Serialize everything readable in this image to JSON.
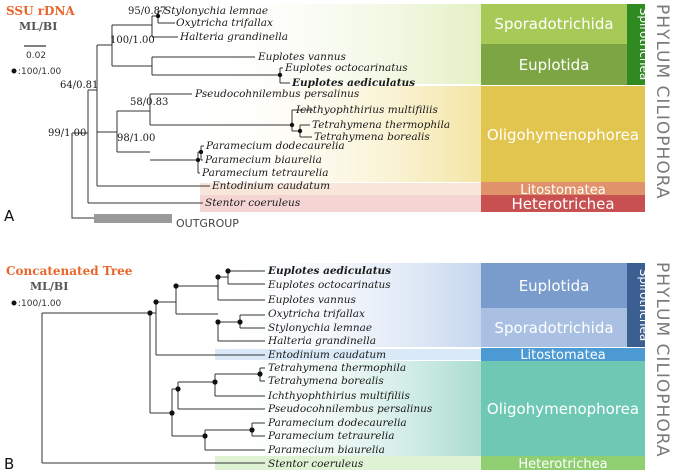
{
  "panel_a": {
    "title": "SSU rDNA",
    "subtitle": "ML/BI",
    "scale_value": "0.02",
    "legend": ":100/1.00",
    "outgroup": "OUTGROUP",
    "panel_label": "A",
    "phylum": "PHYLUM CILIOPHORA",
    "species": [
      "Stylonychia lemnae",
      "Oxytricha trifallax",
      "Halteria grandinella",
      "Euplotes vannus",
      "Euplotes octocarinatus",
      "Euplotes aediculatus",
      "Pseudocohnilembus persalinus",
      "Ichthyophthirius multifiliis",
      "Tetrahymena thermophila",
      "Tetrahymena borealis",
      "Paramecium dodecaurelia",
      "Paramecium biaurelia",
      "Paramecium tetraurelia",
      "Entodinium caudatum",
      "Stentor coeruleus"
    ],
    "node_labels": [
      "95/0.87",
      "100/1.00",
      "64/0.81",
      "58/0.83",
      "98/1.00",
      "99/1.00"
    ],
    "groups": [
      "Sporadotrichida",
      "Euplotida",
      "Oligohymenophorea",
      "Litostomatea",
      "Heterotrichea"
    ],
    "subclass": "Spirotrichea",
    "colors": {
      "sporadotrichida": "#a7c957",
      "euplotida": "#7da544",
      "spirotrichea": "#2f8a22",
      "oligohymenophorea": "#e2c54e",
      "litostomatea": "#e0926a",
      "heterotrichea": "#c95050"
    }
  },
  "panel_b": {
    "title": "Concatenated Tree",
    "subtitle": "ML/BI",
    "legend": ":100/1.00",
    "panel_label": "B",
    "phylum": "PHYLUM CILIOPHORA",
    "species": [
      "Euplotes aediculatus",
      "Euplotes octocarinatus",
      "Euplotes vannus",
      "Oxytricha trifallax",
      "Stylonychia lemnae",
      "Halteria grandinella",
      "Entodinium caudatum",
      "Tetrahymena thermophila",
      "Tetrahymena borealis",
      "Ichthyophthirius multifiliis",
      "Pseudocohnilembus persalinus",
      "Paramecium dodecaurelia",
      "Paramecium tetraurelia",
      "Paramecium biaurelia",
      "Stentor coeruleus"
    ],
    "groups": [
      "Euplotida",
      "Sporadotrichida",
      "Litostomatea",
      "Oligohymenophorea",
      "Heterotrichea"
    ],
    "subclass": "Spirotrichea",
    "colors": {
      "euplotida": "#7a9ccc",
      "sporadotrichida": "#a9c0e2",
      "spirotrichea": "#3c5f92",
      "litostomatea": "#4c9ad4",
      "oligohymenophorea": "#6ec8b4",
      "heterotrichea": "#8fcf72"
    }
  }
}
